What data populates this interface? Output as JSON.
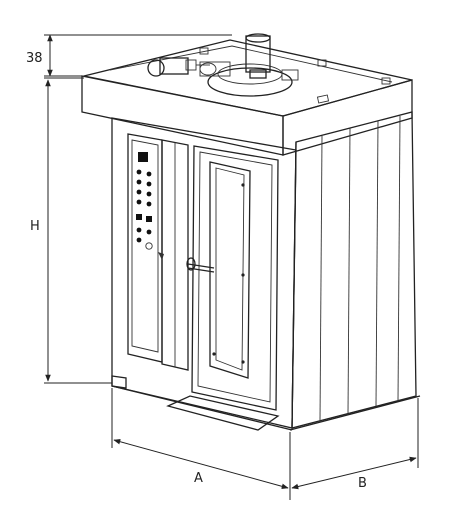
{
  "dimensions": {
    "top_height": "38",
    "height": "H",
    "width": "A",
    "depth": "B"
  }
}
